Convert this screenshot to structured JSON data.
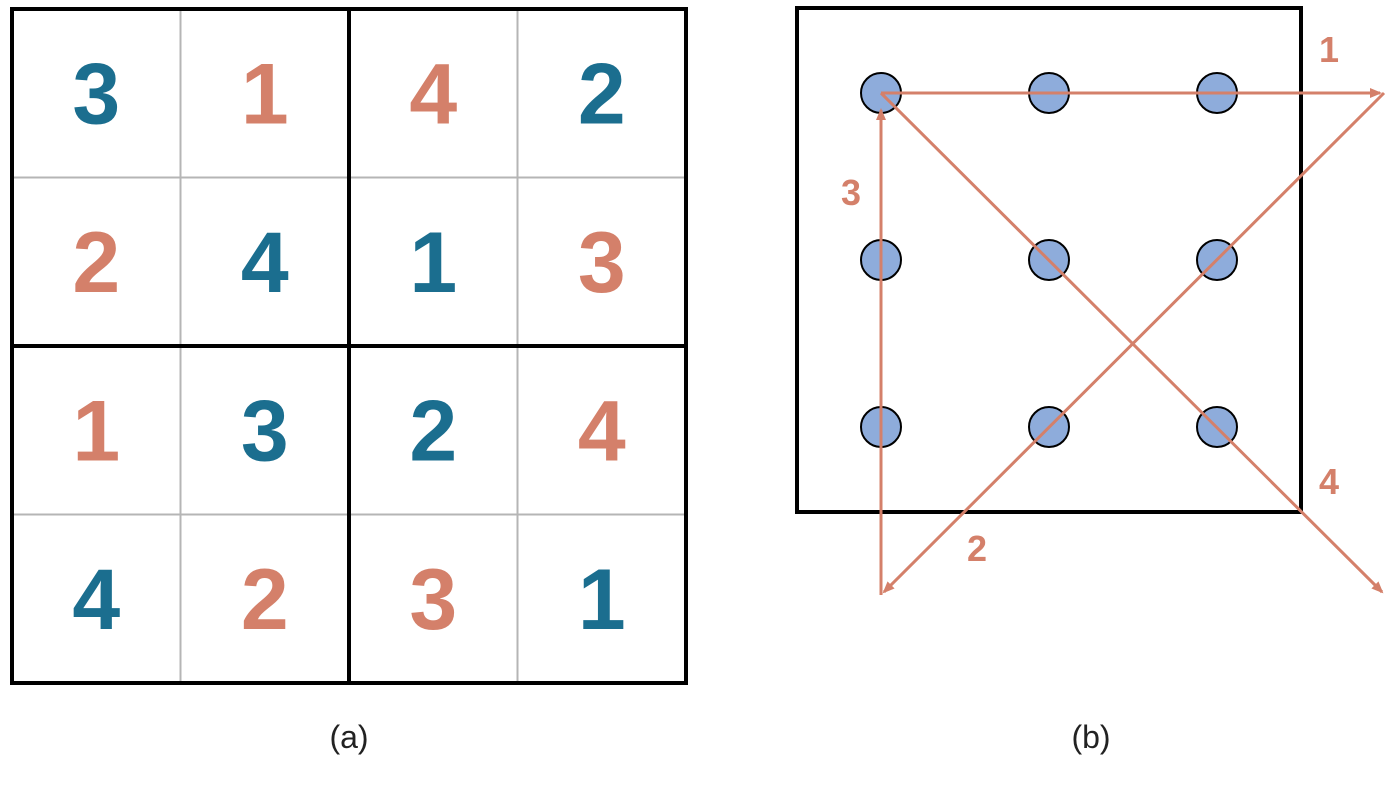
{
  "colors": {
    "teal": "#1b6e8f",
    "salmon": "#d4806a",
    "dot_fill": "#8eacdb",
    "border": "#000000",
    "thin_grid": "#b5b5b5"
  },
  "panel_a": {
    "caption": "(a)",
    "grid": [
      [
        {
          "value": "3",
          "color": "teal"
        },
        {
          "value": "1",
          "color": "salmon"
        },
        {
          "value": "4",
          "color": "salmon"
        },
        {
          "value": "2",
          "color": "teal"
        }
      ],
      [
        {
          "value": "2",
          "color": "salmon"
        },
        {
          "value": "4",
          "color": "teal"
        },
        {
          "value": "1",
          "color": "teal"
        },
        {
          "value": "3",
          "color": "salmon"
        }
      ],
      [
        {
          "value": "1",
          "color": "salmon"
        },
        {
          "value": "3",
          "color": "teal"
        },
        {
          "value": "2",
          "color": "teal"
        },
        {
          "value": "4",
          "color": "salmon"
        }
      ],
      [
        {
          "value": "4",
          "color": "teal"
        },
        {
          "value": "2",
          "color": "salmon"
        },
        {
          "value": "3",
          "color": "salmon"
        },
        {
          "value": "1",
          "color": "teal"
        }
      ]
    ]
  },
  "panel_b": {
    "caption": "(b)",
    "dots_rows": 3,
    "dots_cols": 3,
    "path_labels": [
      "1",
      "2",
      "3",
      "4"
    ]
  }
}
